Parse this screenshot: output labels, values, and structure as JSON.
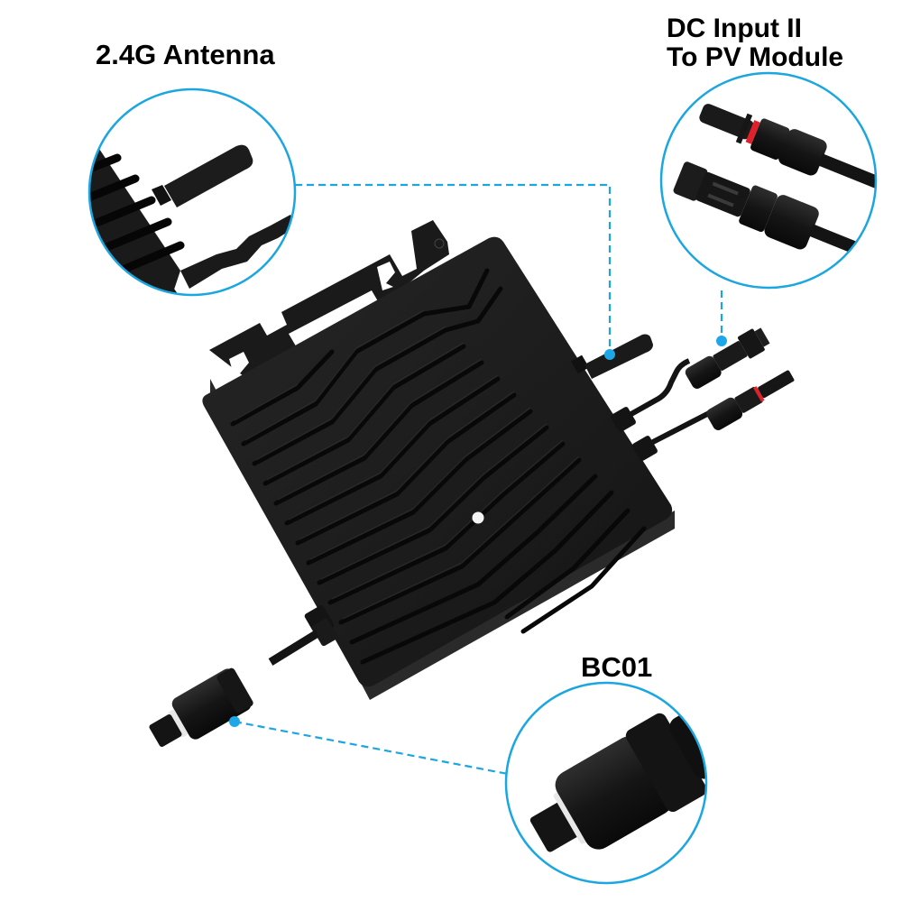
{
  "callouts": {
    "antenna": {
      "label": "2.4G Antenna",
      "icon": "antenna-icon"
    },
    "dc_input": {
      "line1": "DC Input II",
      "line2": "To PV Module",
      "icon": "pv-connector-icon"
    },
    "ac_connector": {
      "label": "BC01",
      "icon": "ac-connector-icon"
    }
  },
  "colors": {
    "accent": "#1ba6e0",
    "anchor_dot": "#1ea7e8",
    "device_body": "#1c1c1c",
    "device_fin": "#0d0d0d",
    "connector_ring": "#e0202a",
    "seal_ring": "#e8e8e8",
    "text": "#000000"
  }
}
